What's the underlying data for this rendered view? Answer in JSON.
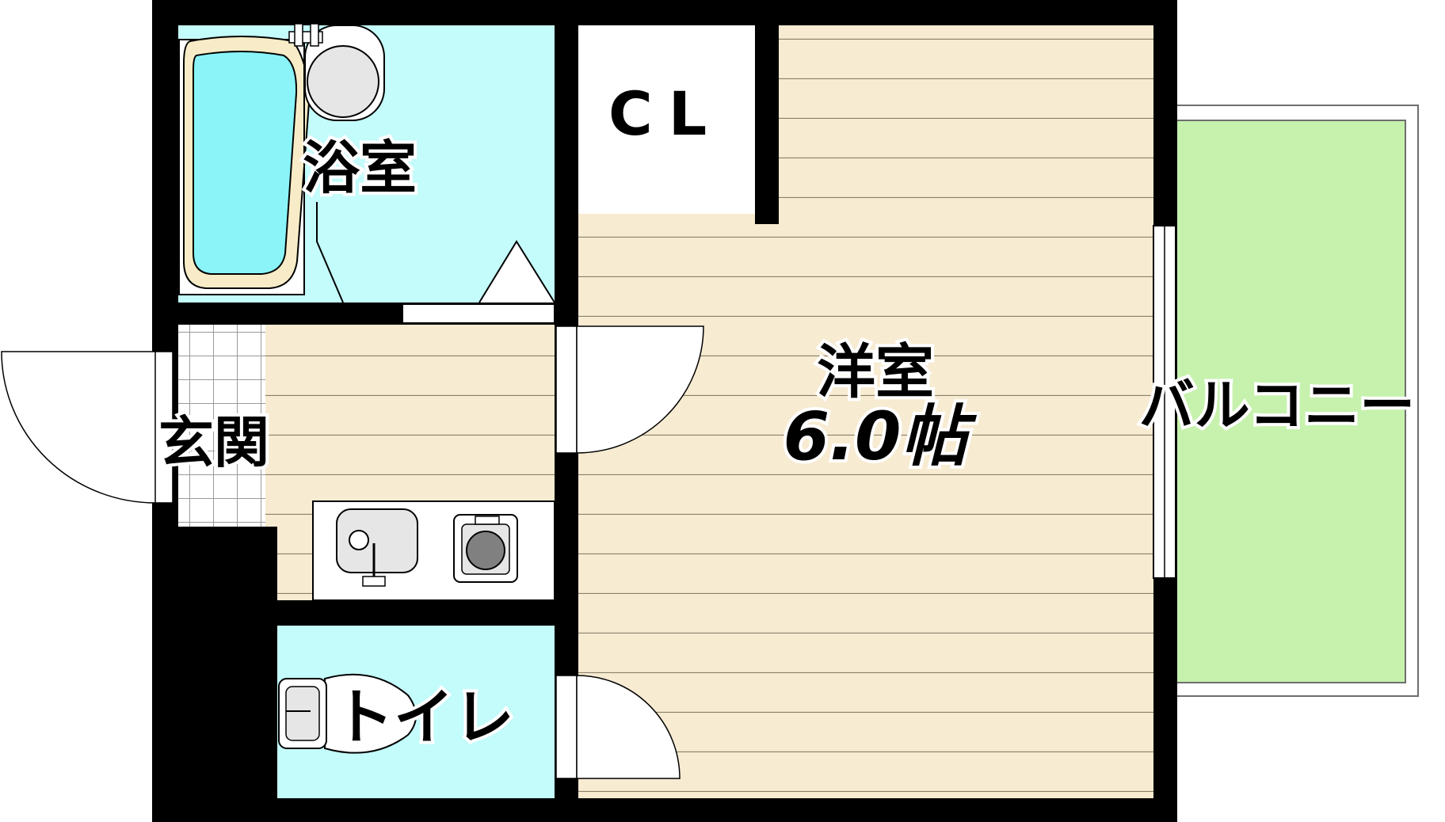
{
  "rooms": {
    "bath": {
      "label": "浴室"
    },
    "closet": {
      "label": "CL"
    },
    "western": {
      "label": "洋室",
      "size": "6.0帖"
    },
    "balcony": {
      "label": "バルコニー"
    },
    "entrance": {
      "label": "玄関"
    },
    "toilet": {
      "label": "トイレ"
    }
  },
  "colors": {
    "wall": "#000000",
    "floor_wood": "#f7ebd2",
    "floor_line": "#8a7f6a",
    "water_room": "#c4fbfb",
    "bathtub": "#8af4f8",
    "bathtub_rim": "#f7ecc7",
    "balcony": "#c6f2ad",
    "fixture": "#e6e6e6",
    "tile": "#ffffff"
  },
  "icons": [
    "bathtub-icon",
    "shower-icon",
    "washbasin-icon",
    "kitchen-sink-icon",
    "stove-icon",
    "toilet-icon",
    "door-swing-icon",
    "window-icon"
  ]
}
